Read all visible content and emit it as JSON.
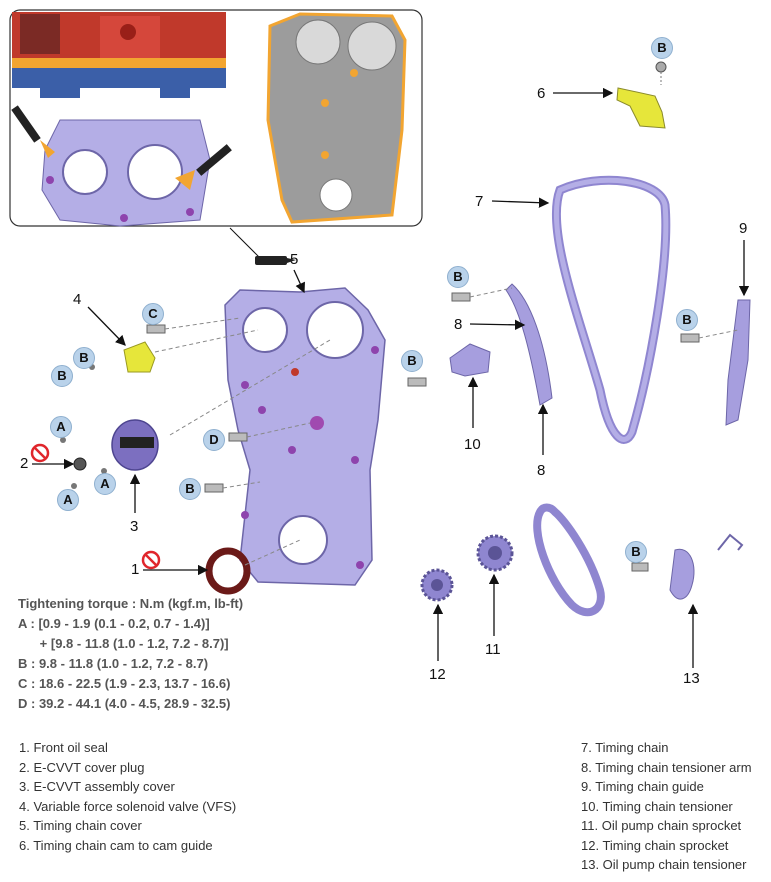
{
  "callouts": {
    "n1": "1",
    "n2": "2",
    "n3": "3",
    "n4": "4",
    "n5": "5",
    "n6": "6",
    "n7": "7",
    "n8a": "8",
    "n8b": "8",
    "n9": "9",
    "n10": "10",
    "n11": "11",
    "n12": "12",
    "n13": "13"
  },
  "fasteners": {
    "A": "A",
    "B": "B",
    "C": "C",
    "D": "D"
  },
  "torque": {
    "title": "Tightening torque : N.m (kgf.m, lb-ft)",
    "A1": "A : [0.9 - 1.9 (0.1 - 0.2, 0.7 - 1.4)]",
    "A2": "      + [9.8 - 11.8 (1.0 - 1.2, 7.2 - 8.7)]",
    "B": "B : 9.8 - 11.8 (1.0 - 1.2, 7.2 - 8.7)",
    "C": "C : 18.6 - 22.5 (1.9 - 2.3, 13.7 - 16.6)",
    "D": "D : 39.2 - 44.1 (4.0 - 4.5, 28.9 - 32.5)"
  },
  "legend_left": [
    "1. Front oil seal",
    "2. E-CVVT cover plug",
    "3. E-CVVT assembly cover",
    "4. Variable force solenoid valve (VFS)",
    "5. Timing chain cover",
    "6. Timing chain cam to cam guide"
  ],
  "legend_right": [
    "7. Timing chain",
    "8. Timing chain tensioner arm",
    "9. Timing chain guide",
    "10. Timing chain tensioner",
    "11. Oil pump chain sprocket",
    "12. Timing chain sprocket",
    "13. Oil pump chain tensioner"
  ],
  "colors": {
    "part_fill": "#b4aee6",
    "part_stroke": "#6d66a8",
    "badge_fill": "#b9d2ea",
    "sealant": "#f2a531",
    "prohibited": "#e0262c",
    "vfs": "#e6e63a"
  }
}
